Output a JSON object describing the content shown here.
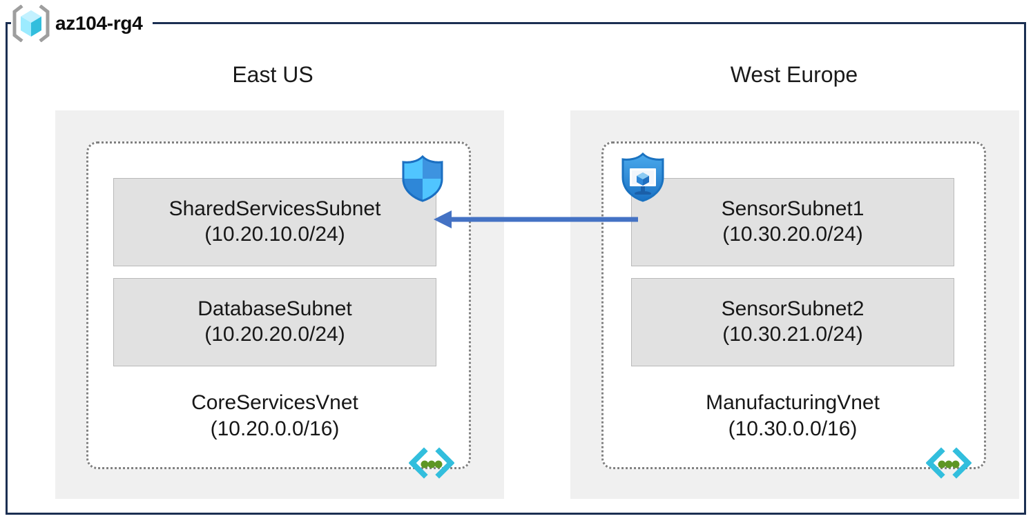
{
  "resource_group": {
    "name": "az104-rg4",
    "icon": "resource-group-cube-icon"
  },
  "colors": {
    "frame_border": "#1b2f52",
    "region_fill": "#f0f0f0",
    "vnet_border": "#808080",
    "subnet_fill": "#e1e1e1",
    "subnet_border": "#b9b9b9",
    "arrow": "#4472c4",
    "cube_cyan": "#50e6ff",
    "shield_blue": "#0078d4",
    "vnet_glyph_cyan": "#32bedd",
    "vnet_glyph_green": "#5e9624"
  },
  "regions": [
    {
      "label": "East US",
      "vnet": {
        "name": "CoreServicesVnet",
        "cidr": "(10.20.0.0/16)",
        "icon": "vnet-icon",
        "subnets": [
          {
            "name": "SharedServicesSubnet",
            "cidr": "(10.20.10.0/24)",
            "icon": "nsg-shield-icon"
          },
          {
            "name": "DatabaseSubnet",
            "cidr": "(10.20.20.0/24)",
            "icon": null
          }
        ]
      }
    },
    {
      "label": "West Europe",
      "vnet": {
        "name": "ManufacturingVnet",
        "cidr": "(10.30.0.0/16)",
        "icon": "vnet-icon",
        "subnets": [
          {
            "name": "SensorSubnet1",
            "cidr": "(10.30.20.0/24)",
            "icon": "shield-monitor-icon"
          },
          {
            "name": "SensorSubnet2",
            "cidr": "(10.30.21.0/24)",
            "icon": null
          }
        ]
      }
    }
  ],
  "connection": {
    "name": "vnet-peering-arrow",
    "direction": "right-to-left",
    "color": "#4472c4"
  }
}
